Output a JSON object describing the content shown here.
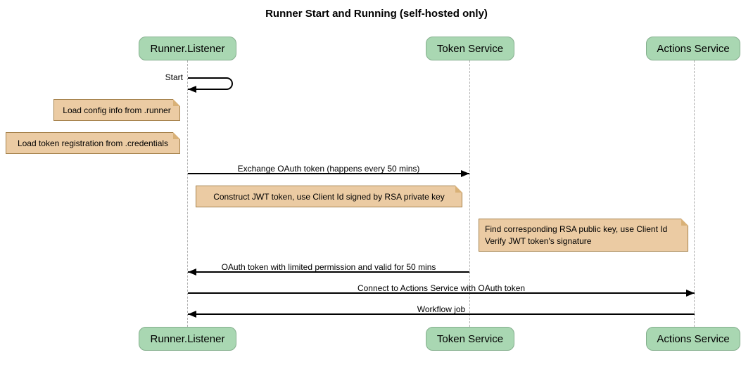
{
  "title": "Runner Start and Running (self-hosted only)",
  "diagram_type": "sequence",
  "colors": {
    "participant_fill": "#a9d7b2",
    "participant_border": "#84af8d",
    "note_fill": "#ebcba3",
    "note_border": "#a6824c",
    "note_fold": "#d9b177",
    "lifeline": "#b0b0b0",
    "arrow": "#000000",
    "background": "#ffffff"
  },
  "participants": [
    {
      "name": "Runner.Listener"
    },
    {
      "name": "Token Service"
    },
    {
      "name": "Actions Service"
    }
  ],
  "messages": [
    {
      "label": "Start",
      "from": "Runner.Listener",
      "to": "Runner.Listener",
      "type": "self"
    },
    {
      "label": "Exchange OAuth token (happens every 50 mins)",
      "from": "Runner.Listener",
      "to": "Token Service",
      "type": "solid"
    },
    {
      "label": "OAuth token with limited permission and valid for 50 mins",
      "from": "Token Service",
      "to": "Runner.Listener",
      "type": "solid"
    },
    {
      "label": "Connect to Actions Service with OAuth token",
      "from": "Runner.Listener",
      "to": "Actions Service",
      "type": "solid"
    },
    {
      "label": "Workflow job",
      "from": "Actions Service",
      "to": "Runner.Listener",
      "type": "solid"
    }
  ],
  "notes": [
    {
      "text": "Load config info from .runner",
      "position": "left of Runner.Listener"
    },
    {
      "text": "Load token registration from .credentials",
      "position": "left of Runner.Listener"
    },
    {
      "text": "Construct JWT token, use Client Id signed by RSA private key",
      "position": "between Runner.Listener and Token Service"
    },
    {
      "line1": "Find corresponding RSA public key, use Client Id",
      "line2": "Verify JWT token's signature",
      "position": "between Token Service and Actions Service"
    }
  ]
}
